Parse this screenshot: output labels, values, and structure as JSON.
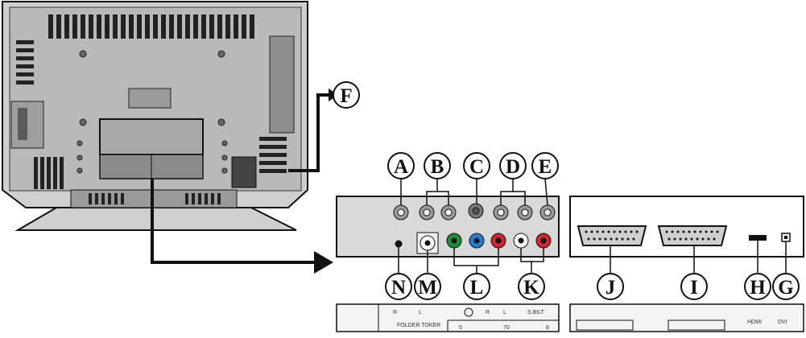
{
  "callouts": {
    "F": "F",
    "A": "A",
    "B": "B",
    "C": "C",
    "D": "D",
    "E": "E",
    "N": "N",
    "M": "M",
    "L": "L",
    "K": "K",
    "J": "J",
    "I": "I",
    "H": "H",
    "G": "G"
  },
  "strip_left": {
    "marks": [
      "R",
      "L",
      "R",
      "L",
      "S.BILT"
    ],
    "bottom_left": "FOLDER TOKER",
    "bottom_nums": [
      "5",
      "70",
      "8"
    ]
  },
  "strip_right": {
    "mark": "HDMI",
    "mark2": "DVI"
  },
  "colors": {
    "line": "#111111",
    "tv_body": "#b9b9b9",
    "panel": "#d9d9d9",
    "jack_green": "#1a8f3a",
    "jack_blue": "#1f7fd0",
    "jack_red": "#d4232a",
    "jack_white": "#ffffff"
  }
}
